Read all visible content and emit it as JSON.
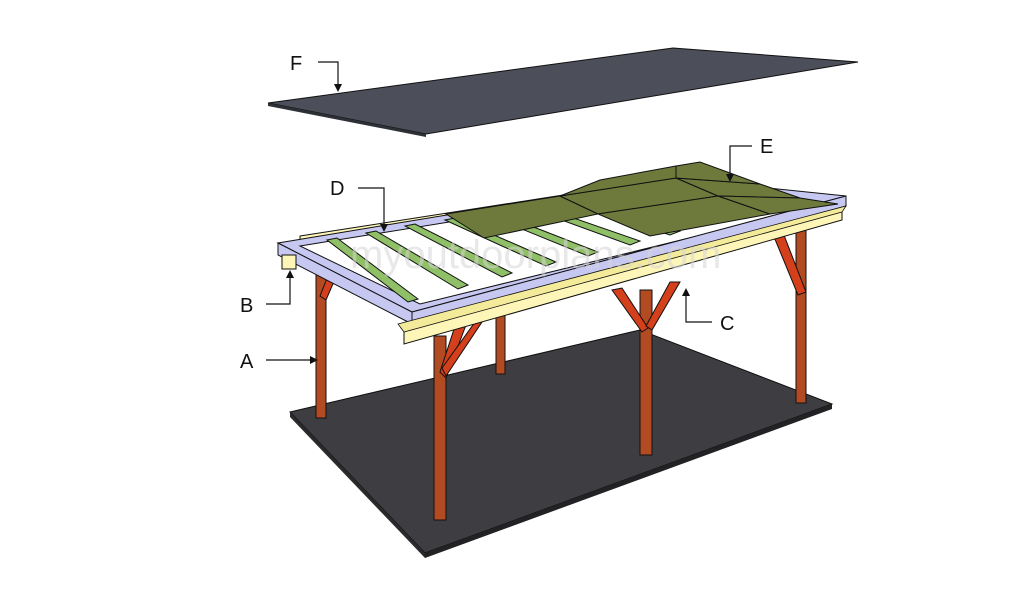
{
  "labels": {
    "a": "A",
    "b": "B",
    "c": "C",
    "d": "D",
    "e": "E",
    "f": "F"
  },
  "watermark": "myoutdoorplans.com",
  "colors": {
    "ground": "#3f3f43",
    "shingles": "#4a4d58",
    "posts": "#b24a22",
    "braces": "#d43f1c",
    "beam": "#fdf6b8",
    "fascia": "#c7c8f2",
    "joists": "#8fbf66",
    "sheathing": "#6e7a3c",
    "outline": "#1a1a1a"
  }
}
